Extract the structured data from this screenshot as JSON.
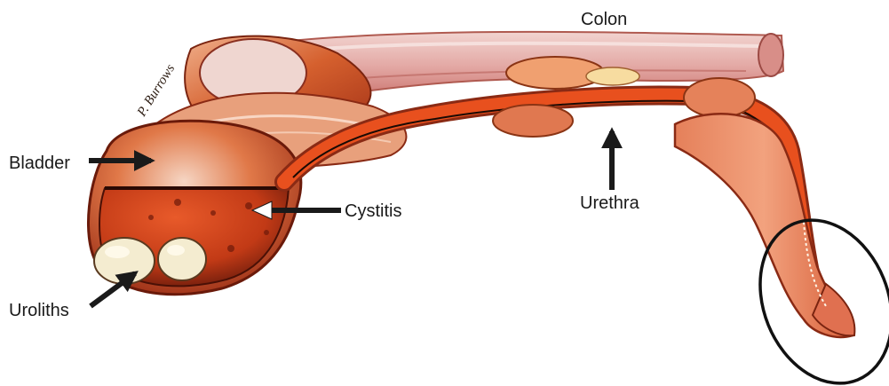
{
  "labels": {
    "colon": "Colon",
    "bladder": "Bladder",
    "cystitis": "Cystitis",
    "urethra": "Urethra",
    "uroliths": "Uroliths"
  },
  "signature": "P. Burrows",
  "colors": {
    "tissue": "#d9522a",
    "tissue_dark": "#8a2412",
    "tissue_light": "#f08a5a",
    "colon_pink": "#e8b6b0",
    "urethra": "#e8501e",
    "urolith": "#f4ecd0",
    "arrow": "#1a1a1a",
    "circle": "#111111"
  }
}
